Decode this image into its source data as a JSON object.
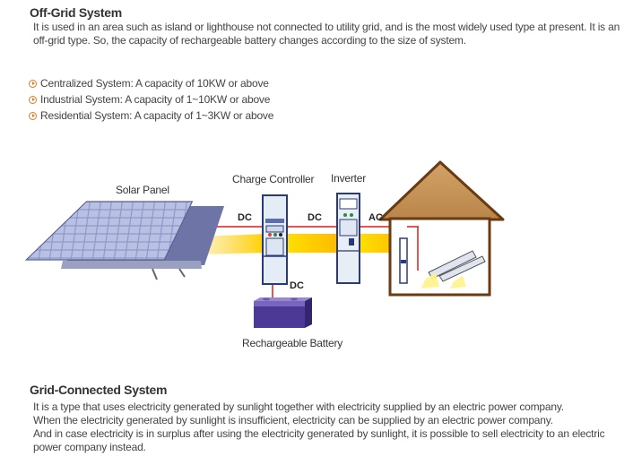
{
  "offgrid": {
    "title": "Off-Grid System",
    "desc_line1": "It is used in an area such as island or lighthouse not connected to utility grid, and is the most widely used type at present. It is an",
    "desc_line2": "off-grid type. So, the capacity of rechargeable battery changes according to the size of system.",
    "bullets": [
      "Centralized System: A capacity of 10KW or above",
      "Industrial System: A capacity of 1~10KW or above",
      "Residential System: A capacity of 1~3KW or above"
    ]
  },
  "diagram": {
    "solar_panel": "Solar Panel",
    "charge_controller": "Charge Controller",
    "inverter": "Inverter",
    "battery": "Rechargeable Battery",
    "dc1": "DC",
    "dc2": "DC",
    "dc3": "DC",
    "ac": "AC"
  },
  "grid": {
    "title": "Grid-Connected System",
    "lines": [
      "It is a type that uses electricity generated by sunlight together with electricity supplied by an electric power company.",
      "When the electricity generated by sunlight is insufficient, electricity can be supplied by an electric power company.",
      "And in case electricity is in surplus after using the electricity generated by sunlight, it is possible to sell electricity to an electric",
      "power company instead."
    ]
  }
}
